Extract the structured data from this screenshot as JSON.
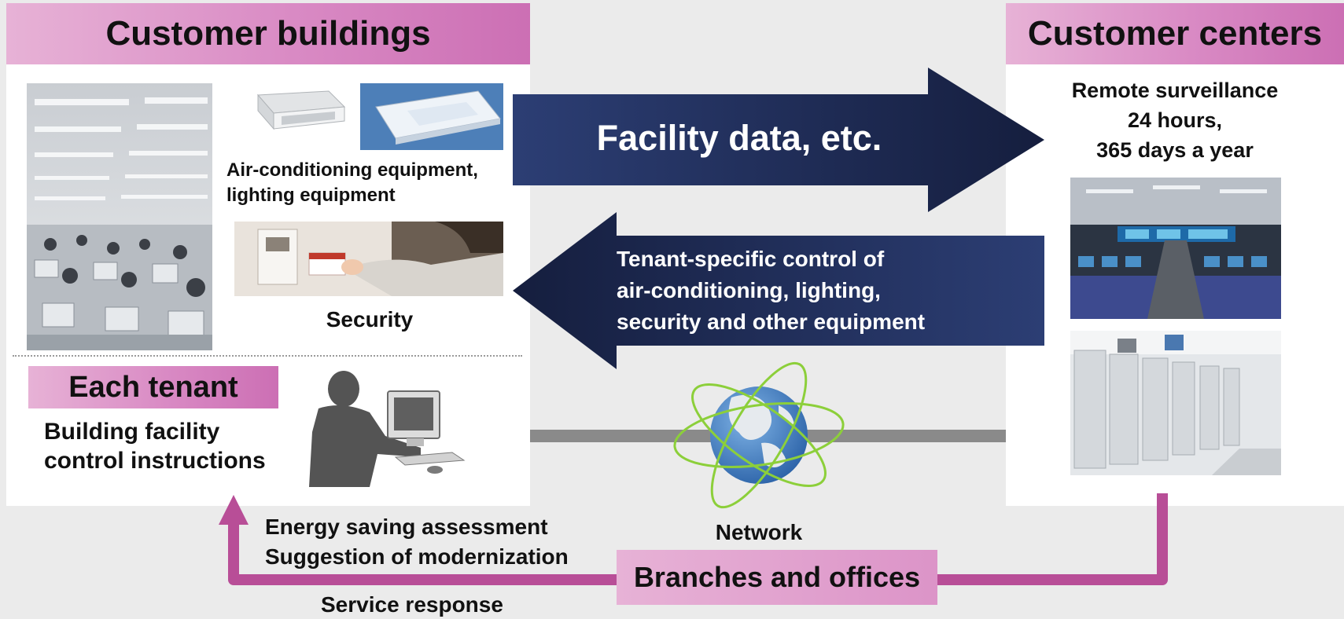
{
  "customer_buildings": {
    "title": "Customer buildings",
    "equipment_label_line1": "Air-conditioning equipment,",
    "equipment_label_line2": "lighting equipment",
    "security_label": "Security"
  },
  "each_tenant": {
    "title": "Each tenant",
    "instructions_line1": "Building facility",
    "instructions_line2": "control instructions"
  },
  "customer_centers": {
    "title": "Customer centers",
    "surveillance_line1": "Remote surveillance",
    "surveillance_line2": "24 hours,",
    "surveillance_line3": "365 days a year"
  },
  "arrow_right": {
    "label": "Facility data, etc."
  },
  "arrow_left": {
    "line1": "Tenant-specific control of",
    "line2": "air-conditioning, lighting,",
    "line3": "security and other equipment"
  },
  "network": {
    "label": "Network"
  },
  "branches": {
    "title": "Branches and offices",
    "service_line1": "Energy saving assessment",
    "service_line2": "Suggestion of modernization",
    "service_response": "Service response"
  },
  "colors": {
    "navy": "#1f2d59",
    "pink_header": "#d98ac4",
    "magenta_line": "#b84e97",
    "gray_line": "#8a8a8a",
    "globe_blue": "#3f7fc4",
    "orbit_green": "#8ccf3a"
  }
}
